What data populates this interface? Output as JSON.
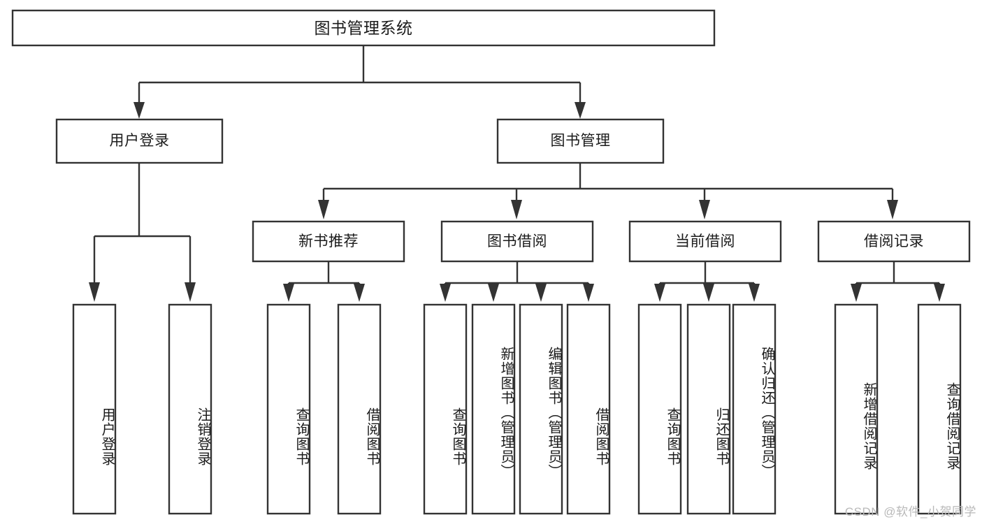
{
  "diagram": {
    "title": "图书管理系统",
    "type": "tree-hierarchy-diagram",
    "root": {
      "label": "图书管理系统"
    },
    "level2": [
      {
        "label": "用户登录"
      },
      {
        "label": "图书管理"
      }
    ],
    "level3": [
      {
        "label": "新书推荐"
      },
      {
        "label": "图书借阅"
      },
      {
        "label": "当前借阅"
      },
      {
        "label": "借阅记录"
      }
    ],
    "leaves": {
      "user_login": [
        {
          "label": "用户登录"
        },
        {
          "label": "注销登录"
        }
      ],
      "new_book_recommend": [
        {
          "label": "查询图书"
        },
        {
          "label": "借阅图书"
        }
      ],
      "book_borrow": [
        {
          "label": "查询图书"
        },
        {
          "label": "新增图书（管理员）"
        },
        {
          "label": "编辑图书（管理员）"
        },
        {
          "label": "借阅图书"
        }
      ],
      "current_borrow": [
        {
          "label": "查询图书"
        },
        {
          "label": "归还图书"
        },
        {
          "label": "确认归还（管理员）"
        }
      ],
      "borrow_record": [
        {
          "label": "新增借阅记录"
        },
        {
          "label": "查询借阅记录"
        }
      ]
    }
  },
  "watermark": {
    "text": "CSDN @软件_小贺同学"
  },
  "colors": {
    "stroke": "#333333",
    "fill": "#ffffff",
    "text": "#1b1b1b",
    "watermark": "#b9b9b9"
  }
}
